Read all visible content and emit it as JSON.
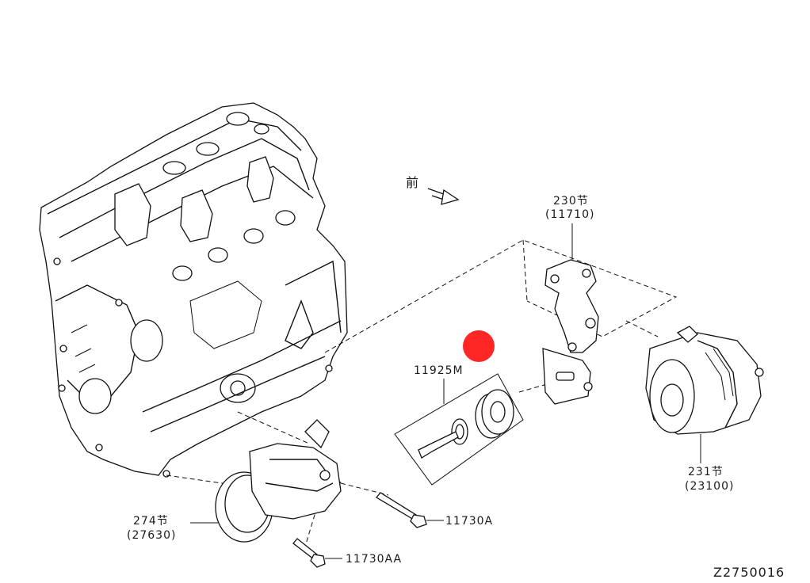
{
  "front_mark": "前",
  "callouts": {
    "bracket_section": "230节",
    "bracket_part": "(11710)",
    "idler_kit": "11925M",
    "alternator_section": "231节",
    "alternator_part": "(23100)",
    "compressor_section": "274节",
    "compressor_part": "(27630)",
    "bolt_long": "11730A",
    "bolt_short": "11730AA"
  },
  "diagram_code": "Z2750016",
  "colors": {
    "marker": "#ff0000",
    "line": "#111111"
  }
}
